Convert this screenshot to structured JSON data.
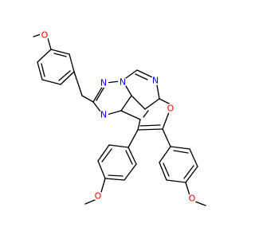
{
  "molecule": {
    "colors": {
      "bond": "#000000",
      "oxygen": "#ff0000",
      "nitrogen": "#0000ff",
      "background": "#ffffff"
    },
    "labels": {
      "o_methoxy_top": "O",
      "n_triazole_left": "N",
      "n_triazole_bridge": "N",
      "n_pyrimidine": "N",
      "n_triazole_bottom": "N",
      "o_furan": "O",
      "o_methoxy_left": "O",
      "o_methoxy_right": "O"
    }
  }
}
